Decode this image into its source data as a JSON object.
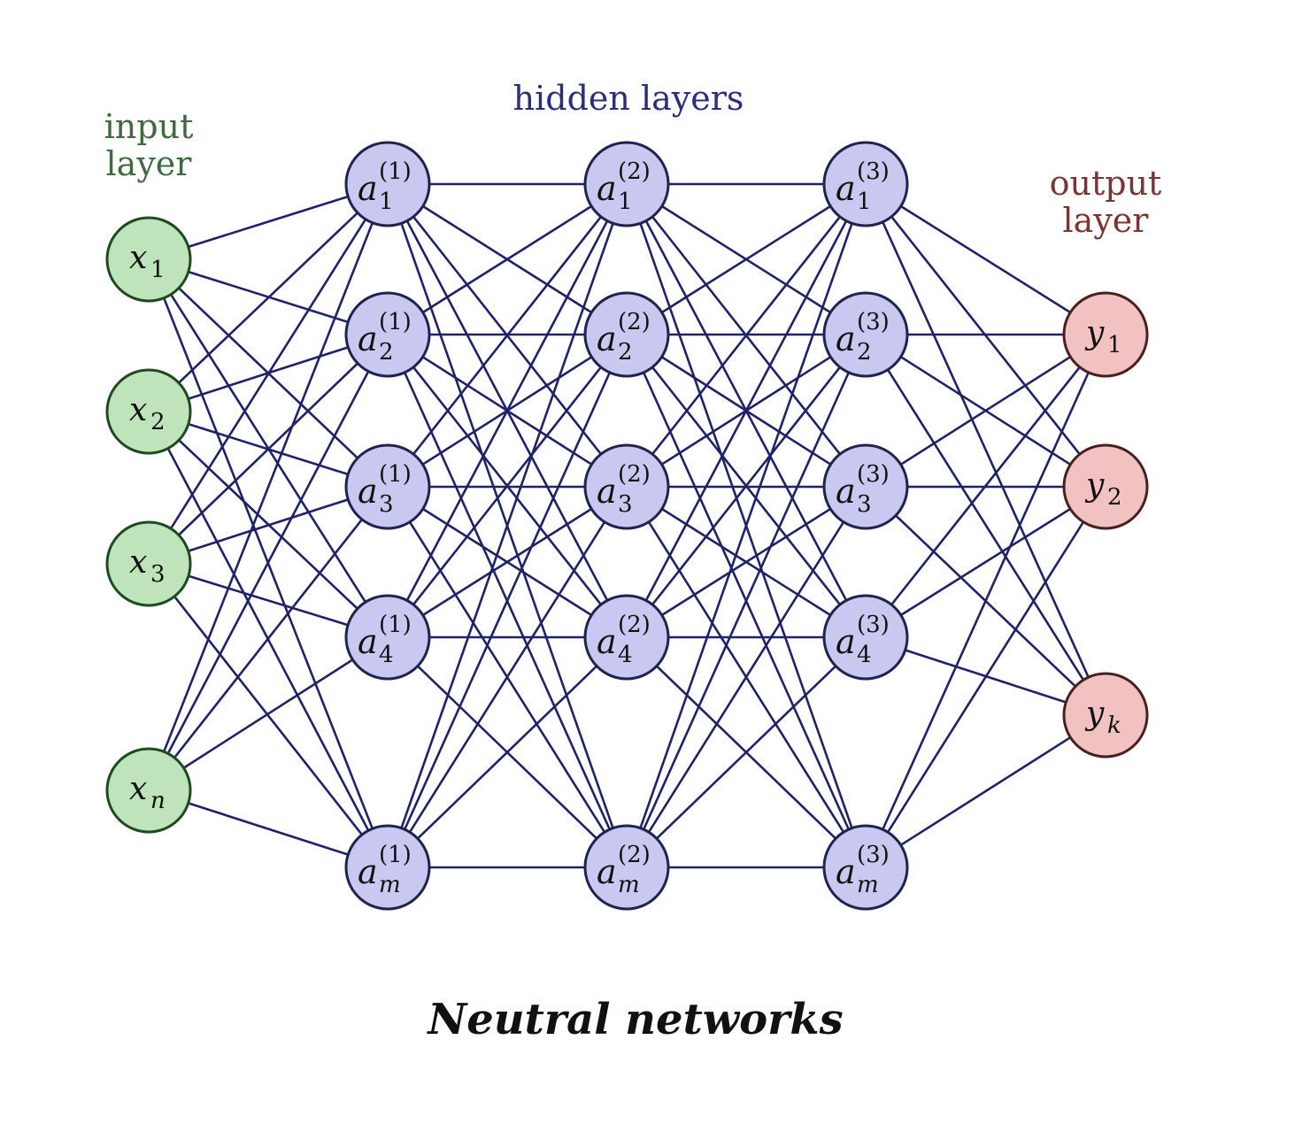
{
  "labels": {
    "input_line1": "input",
    "input_line2": "layer",
    "hidden": "hidden layers",
    "output_line1": "output",
    "output_line2": "layer",
    "caption": "Neutral networks"
  },
  "colors": {
    "input_fill": "#bfe3bb",
    "hidden_fill": "#c8c8f0",
    "output_fill": "#f2c2c2",
    "edge": "#1f2266",
    "input_label": "#3f6a3f",
    "hidden_label": "#2b2e7a",
    "output_label": "#7a3434"
  },
  "input_nodes": [
    {
      "base": "x",
      "sub": "1"
    },
    {
      "base": "x",
      "sub": "2"
    },
    {
      "base": "x",
      "sub": "3"
    },
    {
      "base": "x",
      "sub": "n"
    }
  ],
  "hidden_layers": [
    {
      "sup": "(1)",
      "nodes": [
        {
          "base": "a",
          "sub": "1"
        },
        {
          "base": "a",
          "sub": "2"
        },
        {
          "base": "a",
          "sub": "3"
        },
        {
          "base": "a",
          "sub": "4"
        },
        {
          "base": "a",
          "sub": "m"
        }
      ]
    },
    {
      "sup": "(2)",
      "nodes": [
        {
          "base": "a",
          "sub": "1"
        },
        {
          "base": "a",
          "sub": "2"
        },
        {
          "base": "a",
          "sub": "3"
        },
        {
          "base": "a",
          "sub": "4"
        },
        {
          "base": "a",
          "sub": "m"
        }
      ]
    },
    {
      "sup": "(3)",
      "nodes": [
        {
          "base": "a",
          "sub": "1"
        },
        {
          "base": "a",
          "sub": "2"
        },
        {
          "base": "a",
          "sub": "3"
        },
        {
          "base": "a",
          "sub": "4"
        },
        {
          "base": "a",
          "sub": "m"
        }
      ]
    }
  ],
  "output_nodes": [
    {
      "base": "y",
      "sub": "1"
    },
    {
      "base": "y",
      "sub": "2"
    },
    {
      "base": "y",
      "sub": "k"
    }
  ]
}
